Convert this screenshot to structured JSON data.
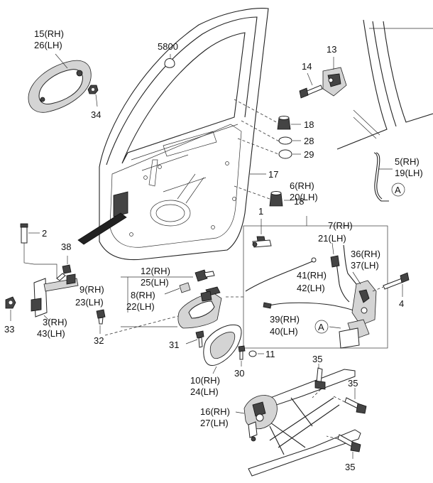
{
  "callouts": [
    {
      "id": "c15",
      "text": "15(RH)"
    },
    {
      "id": "c26",
      "text": "26(LH)"
    },
    {
      "id": "c34",
      "text": "34"
    },
    {
      "id": "c5800",
      "text": "5800"
    },
    {
      "id": "c13",
      "text": "13"
    },
    {
      "id": "c14",
      "text": "14"
    },
    {
      "id": "c18a",
      "text": "18"
    },
    {
      "id": "c28",
      "text": "28"
    },
    {
      "id": "c29",
      "text": "29"
    },
    {
      "id": "c17",
      "text": "17"
    },
    {
      "id": "c5",
      "text": "5(RH)"
    },
    {
      "id": "c19",
      "text": "19(LH)"
    },
    {
      "id": "cA1",
      "text": "A"
    },
    {
      "id": "c6",
      "text": "6(RH)"
    },
    {
      "id": "c20",
      "text": "20(LH)"
    },
    {
      "id": "c18b",
      "text": "18"
    },
    {
      "id": "c1",
      "text": "1"
    },
    {
      "id": "c2",
      "text": "2"
    },
    {
      "id": "c38",
      "text": "38"
    },
    {
      "id": "c7",
      "text": "7(RH)"
    },
    {
      "id": "c21",
      "text": "21(LH)"
    },
    {
      "id": "c12",
      "text": "12(RH)"
    },
    {
      "id": "c25",
      "text": "25(LH)"
    },
    {
      "id": "c36",
      "text": "36(RH)"
    },
    {
      "id": "c37",
      "text": "37(LH)"
    },
    {
      "id": "c9",
      "text": "9(RH)"
    },
    {
      "id": "c23",
      "text": "23(LH)"
    },
    {
      "id": "c8",
      "text": "8(RH)"
    },
    {
      "id": "c22",
      "text": "22(LH)"
    },
    {
      "id": "c41",
      "text": "41(RH)"
    },
    {
      "id": "c42",
      "text": "42(LH)"
    },
    {
      "id": "c4",
      "text": "4"
    },
    {
      "id": "c33",
      "text": "33"
    },
    {
      "id": "c3",
      "text": "3(RH)"
    },
    {
      "id": "c43",
      "text": "43(LH)"
    },
    {
      "id": "c39",
      "text": "39(RH)"
    },
    {
      "id": "c40",
      "text": "40(LH)"
    },
    {
      "id": "cA2",
      "text": "A"
    },
    {
      "id": "c32",
      "text": "32"
    },
    {
      "id": "c31",
      "text": "31"
    },
    {
      "id": "c11",
      "text": "11"
    },
    {
      "id": "c30",
      "text": "30"
    },
    {
      "id": "c10",
      "text": "10(RH)"
    },
    {
      "id": "c24",
      "text": "24(LH)"
    },
    {
      "id": "c35a",
      "text": "35"
    },
    {
      "id": "c35b",
      "text": "35"
    },
    {
      "id": "c16",
      "text": "16(RH)"
    },
    {
      "id": "c27",
      "text": "27(LH)"
    },
    {
      "id": "c35c",
      "text": "35"
    }
  ]
}
